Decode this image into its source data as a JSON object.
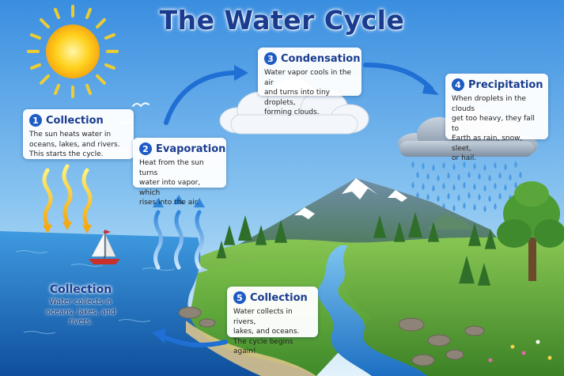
{
  "title": "The Water Cycle",
  "colors": {
    "sky_top": "#3b8fe0",
    "sky_bottom": "#d9eefb",
    "sun": "#ffd21f",
    "ocean": "#1f74c8",
    "grass": "#5aa63a",
    "accent": "#1f5bc4"
  },
  "steps": [
    {
      "number": "1",
      "title": "Collection",
      "text": [
        "The sun heats water in",
        "oceans, lakes, and rivers.",
        "This starts the cycle."
      ]
    },
    {
      "number": "2",
      "title": "Evaporation",
      "text": [
        "Heat from the sun turns",
        "water into vapor, which",
        "rises into the air."
      ]
    },
    {
      "number": "3",
      "title": "Condensation",
      "text": [
        "Water vapor cools in the air",
        "and turns into tiny droplets,",
        "forming clouds."
      ]
    },
    {
      "number": "4",
      "title": "Precipitation",
      "text": [
        "When droplets in the clouds",
        "get too heavy, they fall to",
        "Earth as rain, snow, sleet,",
        "or hail."
      ]
    },
    {
      "number": "5",
      "title": "Collection",
      "text": [
        "Water collects in rivers,",
        "lakes, and oceans.",
        "The cycle begins again!"
      ]
    }
  ],
  "sea_label": {
    "title": "Collection",
    "text": [
      "Water collects in",
      "oceans, lakes, and",
      "rivers."
    ]
  },
  "icons": [
    "sun-icon",
    "cloud-icon",
    "rain-cloud-icon",
    "mountain-icon",
    "sailboat-icon",
    "bird-icon",
    "tree-icon",
    "arrow-icon"
  ]
}
